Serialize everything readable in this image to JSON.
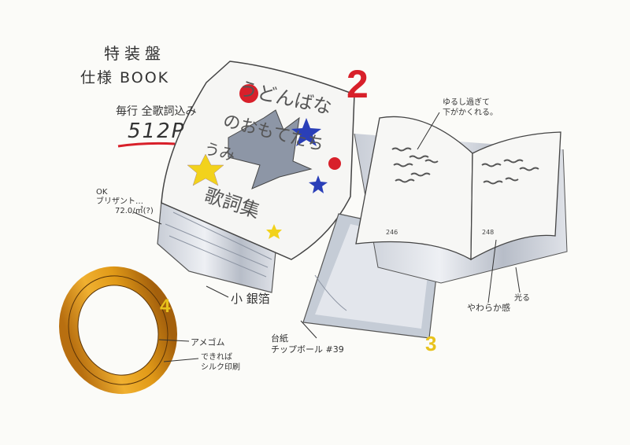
{
  "annotations": {
    "title": "特装盤",
    "spec": "仕様 BOOK",
    "all_songs": "毎行 全歌詞込み",
    "pages": "512P",
    "ok_paper_1": "OK",
    "ok_paper_2": "ブリザント…",
    "ok_paper_3": "72.0/㎡(?)",
    "small_foil": "小 銀箔",
    "base_1": "台紙",
    "base_2": "チップボール #39",
    "elastic": "アメゴム",
    "print_1": "できれば",
    "print_2": "シルク印刷",
    "loose_1": "ゆるし過ぎて",
    "loose_2": "下がかくれる。",
    "soft": "やわらか感",
    "shine": "光る"
  },
  "markers": {
    "n2": "2",
    "n3": "3",
    "n4": "4"
  },
  "cover_text": [
    "うどんばな",
    "のおもてたち",
    "うみ",
    "歌詞集"
  ],
  "page_numbers": {
    "left": "246",
    "right": "248"
  },
  "colors": {
    "accent_red": "#d8202a",
    "star_blue": "#2a3fb8",
    "star_yellow": "#f2d21c",
    "band_gold": "#d89418",
    "silver": "#b9c0cc"
  }
}
